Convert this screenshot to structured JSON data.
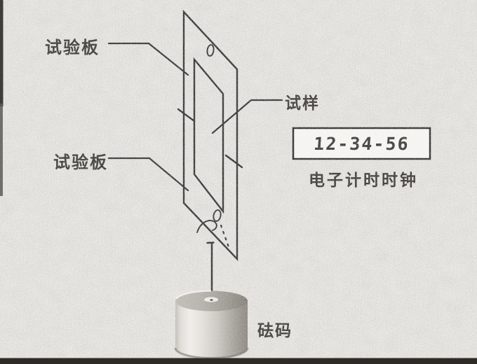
{
  "diagram": {
    "labels": {
      "test_plate_top": "试验板",
      "test_plate_bottom": "试验板",
      "specimen": "试样",
      "clock_caption": "电子计时时钟",
      "weight": "砝码"
    },
    "clock_display": "12-34-56",
    "colors": {
      "background": "#f2f0ec",
      "line": "#1c1c1c",
      "frame_bar": "#33302c",
      "weight_dark": "#7b776f",
      "weight_light": "#eceae6"
    }
  }
}
